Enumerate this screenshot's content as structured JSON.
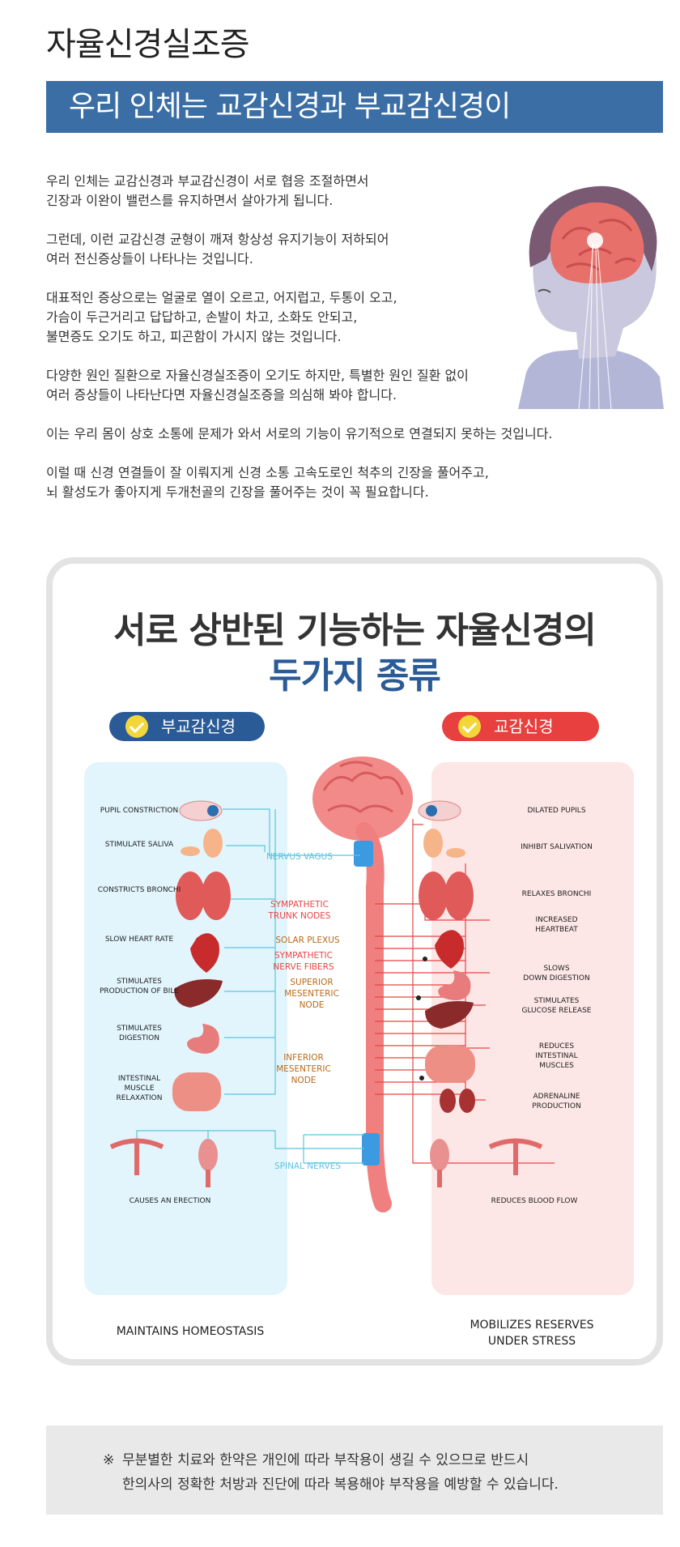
{
  "page_title": "자율신경실조증",
  "banner": "우리 인체는 교감신경과 부교감신경이",
  "intro": [
    "우리 인체는 교감신경과 부교감신경이 서로 협응 조절하면서\n긴장과 이완이 밸런스를 유지하면서 살아가게 됩니다.",
    "그런데, 이런 교감신경 균형이 깨져 항상성 유지기능이 저하되어\n여러 전신증상들이 나타나는 것입니다.",
    "대표적인 증상으로는 얼굴로 열이 오르고, 어지럽고, 두통이 오고,\n가슴이 두근거리고 답답하고, 손발이 차고, 소화도 안되고,\n불면증도 오기도 하고, 피곤함이 가시지 않는 것입니다.",
    "다양한 원인 질환으로 자율신경실조증이 오기도 하지만, 특별한 원인 질환 없이\n여러 증상들이 나타난다면 자율신경실조증을 의심해 봐야 합니다.",
    "이는 우리 몸이 상호 소통에 문제가 와서 서로의 기능이 유기적으로 연결되지 못하는 것입니다.",
    "이럴 때 신경 연결들이 잘 이뤄지게 신경 소통 고속도로인 척추의 긴장을 풀어주고,\n뇌 활성도가 좋아지게 두개천골의 긴장을 풀어주는 것이 꼭 필요합니다."
  ],
  "card": {
    "title_line1": "서로 상반된 기능하는 자율신경의",
    "title_line2": "두가지 종류",
    "parasympathetic_label": "부교감신경",
    "sympathetic_label": "교감신경",
    "left_items": [
      "PUPIL CONSTRICTION",
      "STIMULATE SALIVA",
      "CONSTRICTS BRONCHI",
      "SLOW HEART RATE",
      "STIMULATES\nPRODUCTION OF BILE",
      "STIMULATES\nDIGESTION",
      "INTESTINAL\nMUSCLE\nRELAXATION",
      "CAUSES AN ERECTION"
    ],
    "right_items": [
      "DILATED PUPILS",
      "INHIBIT SALIVATION",
      "RELAXES BRONCHI",
      "INCREASED\nHEARTBEAT",
      "SLOWS\nDOWN DIGESTION",
      "STIMULATES\nGLUCOSE RELEASE",
      "REDUCES\nINTESTINAL\nMUSCLES",
      "ADRENALINE\nPRODUCTION",
      "REDUCES BLOOD FLOW"
    ],
    "nerve_labels": {
      "vagus": "NERVUS VAGUS",
      "trunk": "SYMPATHETIC\nTRUNK NODES",
      "solar": "SOLAR PLEXUS",
      "fibers": "SYMPATHETIC\nNERVE FIBERS",
      "superior": "SUPERIOR\nMESENTERIC\nNODE",
      "inferior": "INFERIOR\nMESENTERIC\nNODE",
      "spinal": "SPINAL NERVES"
    },
    "footer_left": "MAINTAINS HOMEOSTASIS",
    "footer_right": "MOBILIZES RESERVES\nUNDER STRESS"
  },
  "notice": {
    "mark": "※",
    "line1": "무분별한 치료와 한약은 개인에 따라 부작용이 생길 수 있으므로 반드시",
    "line2": "한의사의 정확한 처방과 진단에 따라 복용해야 부작용을 예방할 수 있습니다."
  },
  "colors": {
    "banner": "#3a6ea5",
    "title_blue": "#2b5b97",
    "symp_red": "#e7403f",
    "para_panel": "#e2f5fc",
    "symp_panel": "#fde6e6",
    "cyan_line": "#5bc4e0",
    "red_line": "#e84545"
  }
}
